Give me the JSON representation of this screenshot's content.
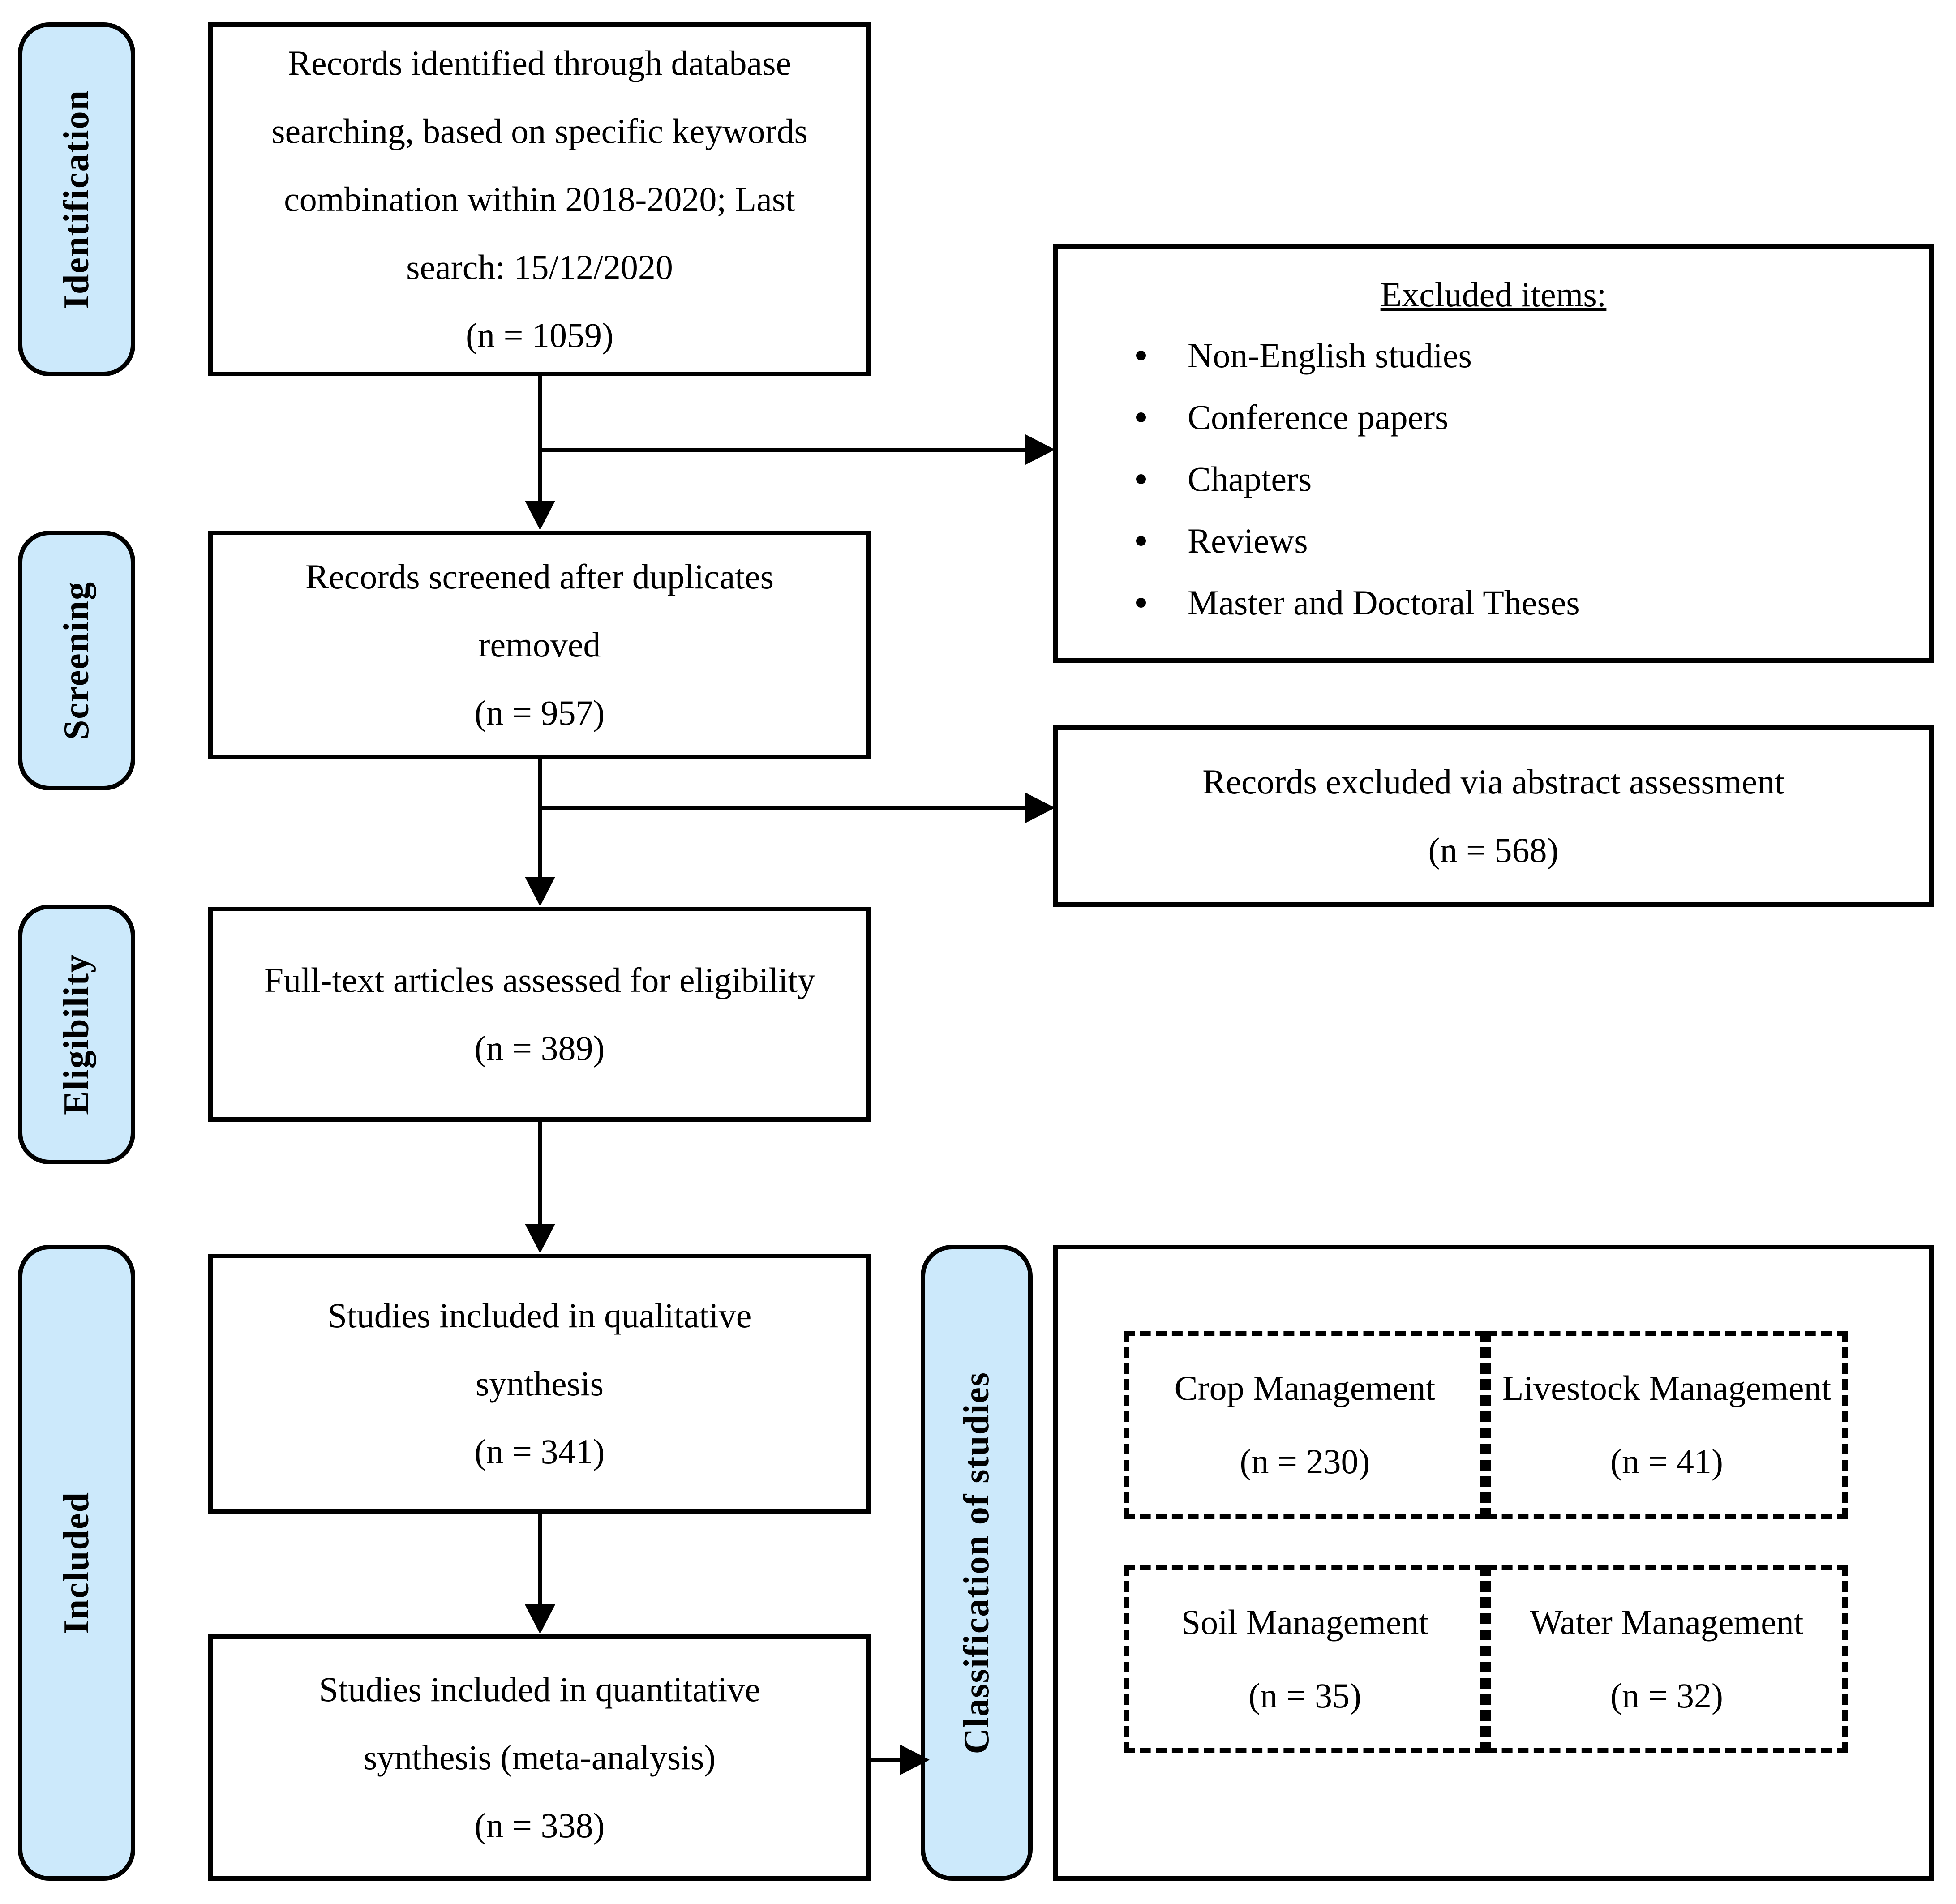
{
  "figure": {
    "type": "PRISMA flow diagram",
    "accent_color": "#cce9fb",
    "line_color": "#000000"
  },
  "stages": [
    {
      "label": "Identification"
    },
    {
      "label": "Screening"
    },
    {
      "label": "Eligibility"
    },
    {
      "label": "Included"
    },
    {
      "label": "Classification of studies"
    }
  ],
  "boxes": {
    "identification": {
      "lines": [
        "Records identified through database",
        "searching, based on specific keywords",
        "combination within 2018-2020; Last",
        "search: 15/12/2020"
      ],
      "count": "(n = 1059)"
    },
    "screening": {
      "lines": [
        "Records screened after duplicates",
        "removed"
      ],
      "count": "(n = 957)"
    },
    "eligibility": {
      "lines": [
        "Full-text articles assessed for eligibility"
      ],
      "count": "(n = 389)"
    },
    "qualitative": {
      "lines": [
        "Studies included in qualitative",
        "synthesis"
      ],
      "count": "(n = 341)"
    },
    "quantitative": {
      "lines": [
        "Studies included in quantitative",
        "synthesis (meta-analysis)"
      ],
      "count": "(n = 338)"
    },
    "excluded_items": {
      "title": "Excluded items:",
      "items": [
        "Non-English studies",
        "Conference papers",
        "Chapters",
        "Reviews",
        "Master and Doctoral Theses"
      ]
    },
    "abstract_excluded": {
      "lines": [
        "Records excluded via abstract assessment"
      ],
      "count": "(n = 568)"
    }
  },
  "classification": {
    "cards": [
      {
        "label": "Crop Management",
        "count": "(n = 230)"
      },
      {
        "label": "Livestock Management",
        "count": "(n = 41)"
      },
      {
        "label": "Soil Management",
        "count": "(n = 35)"
      },
      {
        "label": "Water Management",
        "count": "(n = 32)"
      }
    ]
  }
}
